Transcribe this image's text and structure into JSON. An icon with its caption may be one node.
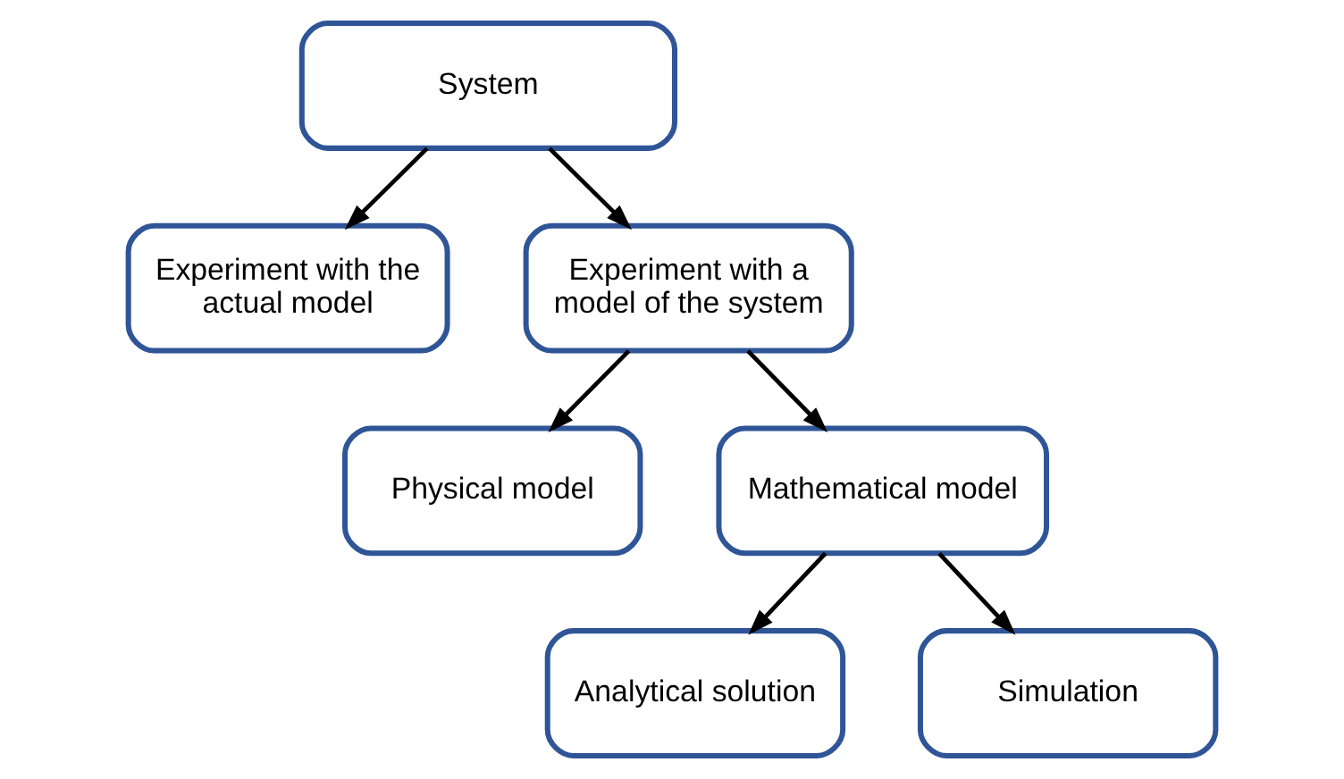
{
  "diagram": {
    "nodes": [
      {
        "text": [
          "System"
        ]
      },
      {
        "text": [
          "Experiment with the actual model"
        ]
      },
      {
        "text": [
          "Experiment with a model of the system"
        ]
      },
      {
        "text": [
          "Physical model"
        ]
      },
      {
        "text": [
          "Mathematical model"
        ]
      },
      {
        "text": [
          "Analytical solution"
        ]
      },
      {
        "text": [
          "Simulation"
        ]
      }
    ],
    "edges": [
      {
        "from": 0,
        "to": 1,
        "arrow": "to"
      },
      {
        "from": 0,
        "to": 2,
        "arrow": "to"
      },
      {
        "from": 2,
        "to": 3,
        "arrow": "to"
      },
      {
        "from": 2,
        "to": 4,
        "arrow": "to"
      },
      {
        "from": 4,
        "to": 5,
        "arrow": "to"
      },
      {
        "from": 4,
        "to": 6,
        "arrow": "to"
      }
    ]
  }
}
